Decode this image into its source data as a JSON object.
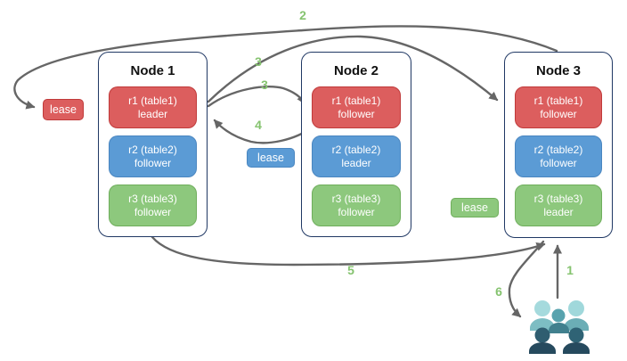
{
  "nodes": [
    {
      "title": "Node 1",
      "ranges": [
        {
          "label": "r1 (table1)",
          "role": "leader",
          "color": "red"
        },
        {
          "label": "r2 (table2)",
          "role": "follower",
          "color": "blue"
        },
        {
          "label": "r3 (table3)",
          "role": "follower",
          "color": "green"
        }
      ]
    },
    {
      "title": "Node 2",
      "ranges": [
        {
          "label": "r1 (table1)",
          "role": "follower",
          "color": "red"
        },
        {
          "label": "r2 (table2)",
          "role": "leader",
          "color": "blue"
        },
        {
          "label": "r3 (table3)",
          "role": "follower",
          "color": "green"
        }
      ]
    },
    {
      "title": "Node 3",
      "ranges": [
        {
          "label": "r1 (table1)",
          "role": "follower",
          "color": "red"
        },
        {
          "label": "r2 (table2)",
          "role": "follower",
          "color": "blue"
        },
        {
          "label": "r3 (table3)",
          "role": "leader",
          "color": "green"
        }
      ]
    }
  ],
  "leases": [
    {
      "text": "lease",
      "color": "red"
    },
    {
      "text": "lease",
      "color": "blue"
    },
    {
      "text": "lease",
      "color": "green"
    }
  ],
  "arrow_labels": [
    {
      "text": "2"
    },
    {
      "text": "3"
    },
    {
      "text": "3"
    },
    {
      "text": "4"
    },
    {
      "text": "5"
    },
    {
      "text": "6"
    },
    {
      "text": "1"
    }
  ],
  "icons": {
    "users": "users-group-icon"
  },
  "colors": {
    "red_fill": "#DC5E5E",
    "red_border": "#C03A3A",
    "blue_fill": "#5B9BD5",
    "blue_border": "#4A86C0",
    "green_fill": "#8DC87D",
    "green_border": "#6FAE5C",
    "node_border": "#203864",
    "arrow_gray": "#666666",
    "step_label_green": "#85C36F",
    "users_light_head": "#A5DADD",
    "users_light_body": "#7DBDC3",
    "users_mid_head": "#58A3AE",
    "users_mid_body": "#41808E",
    "users_dark_head": "#2F5D70",
    "users_dark_body": "#264A5E"
  }
}
